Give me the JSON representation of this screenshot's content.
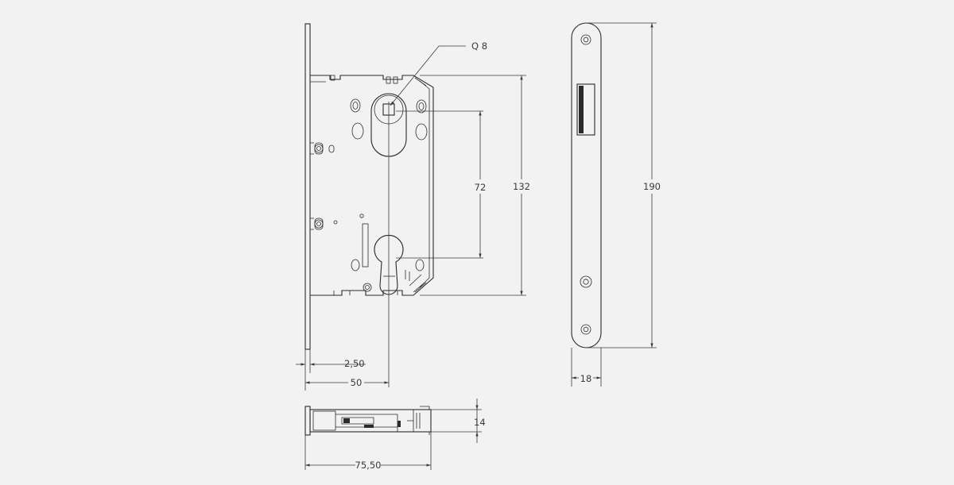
{
  "labels": {
    "spindle_square": "Q 8",
    "distance_72": "72",
    "distance_132": "132",
    "faceplate_thickness": "2,50",
    "backset": "50",
    "body_thickness": "14",
    "body_depth": "75,50",
    "faceplate_length": "190",
    "faceplate_width": "18"
  },
  "colors": {
    "background": "#f2f2f2",
    "line": "#2b2b2b"
  }
}
